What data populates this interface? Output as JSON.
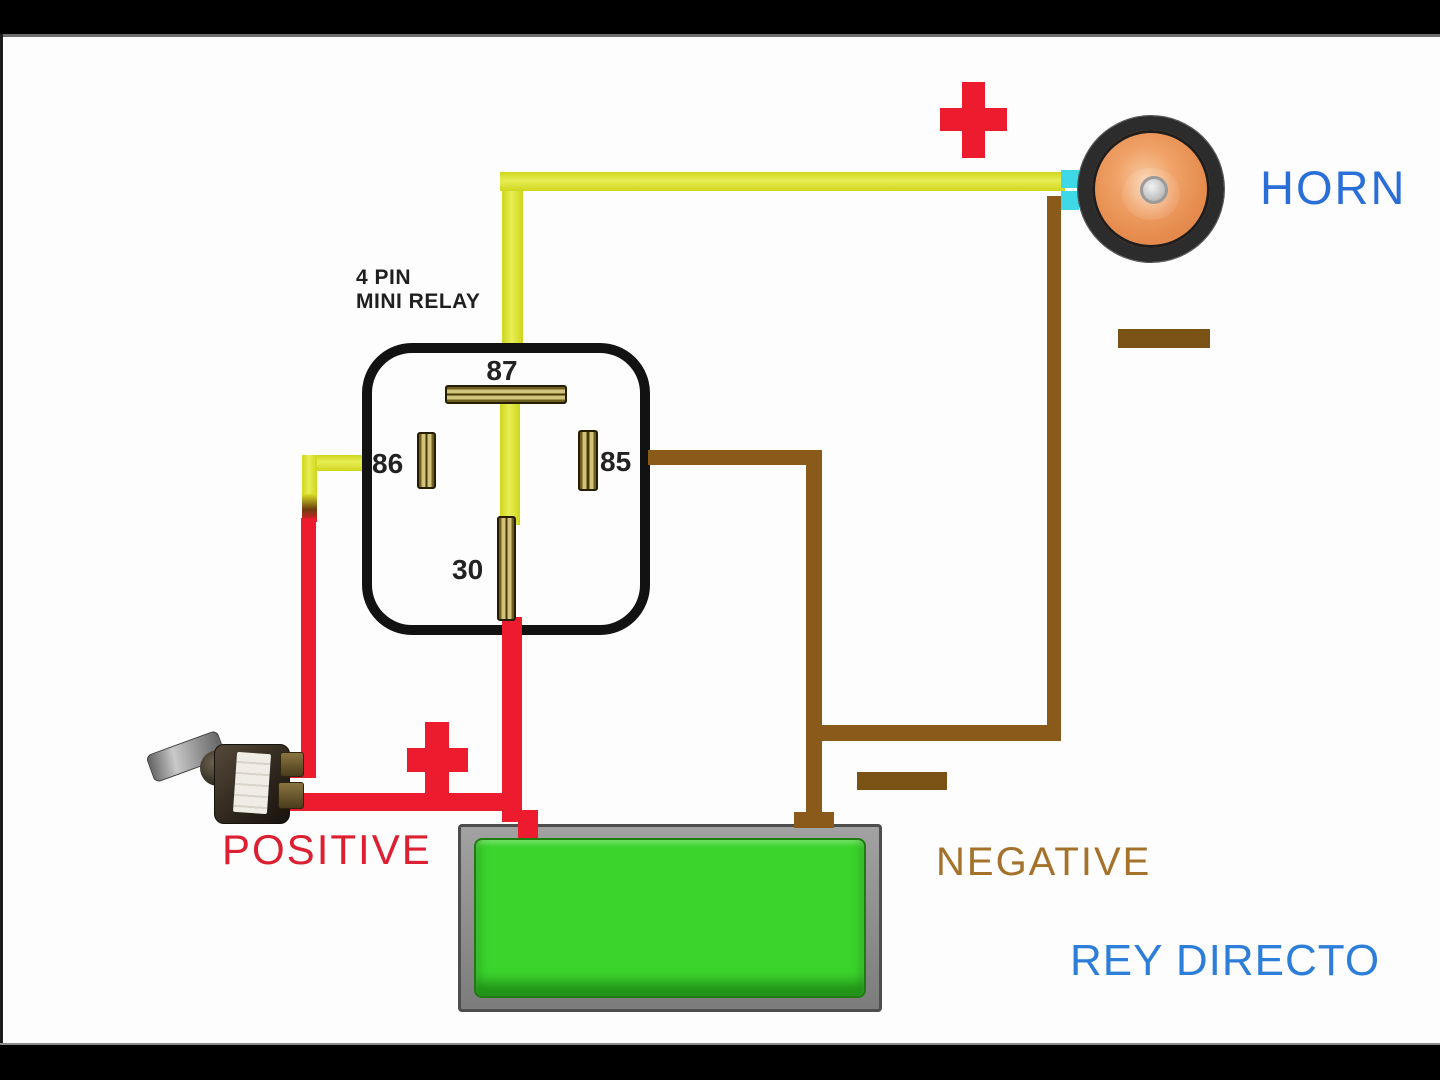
{
  "relay": {
    "caption_line1": "4 PIN",
    "caption_line2": "MINI RELAY",
    "pin_top": "87",
    "pin_left": "86",
    "pin_right": "85",
    "pin_bottom": "30"
  },
  "horn": {
    "label": "HORN"
  },
  "battery": {
    "positive_label": "POSITIVE",
    "negative_label": "NEGATIVE"
  },
  "watermark": "REY DIRECTO",
  "colors": {
    "wire_yellow": "#d8df25",
    "wire_brown": "#8a5a1a",
    "wire_red": "#ec1c2e",
    "connector_cyan": "#3fd8e6",
    "battery_green": "#3bd42c",
    "text_blue": "#2a6fd8",
    "text_red": "#dc2032",
    "text_brown": "#a5722c",
    "minus_brown": "#7a5216"
  }
}
